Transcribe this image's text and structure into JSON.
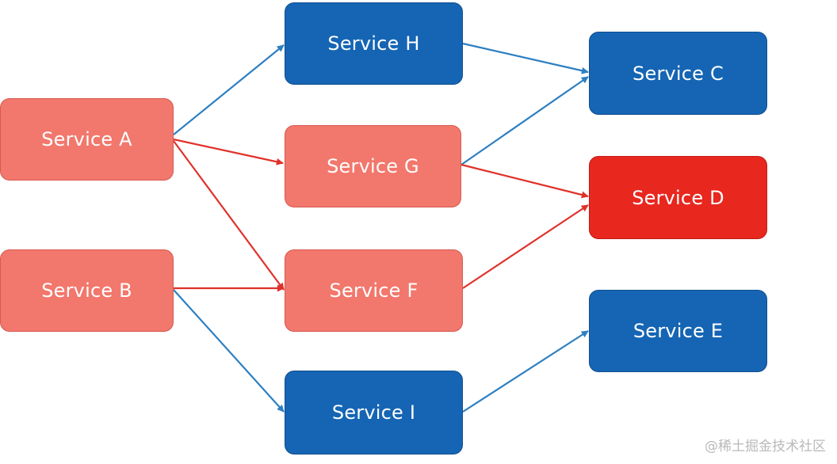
{
  "colors": {
    "blue": "#1565b4",
    "blue_border": "#124f8f",
    "salmon": "#f2776c",
    "salmon_border": "#d65a50",
    "red": "#e8271f",
    "red_border": "#c01b14",
    "edge_blue": "#2d7fc1",
    "edge_red": "#e0312a"
  },
  "nodes": {
    "A": {
      "label": "Service A",
      "style": "salmon"
    },
    "B": {
      "label": "Service B",
      "style": "salmon"
    },
    "H": {
      "label": "Service H",
      "style": "blue"
    },
    "G": {
      "label": "Service G",
      "style": "salmon"
    },
    "F": {
      "label": "Service F",
      "style": "salmon"
    },
    "I": {
      "label": "Service I",
      "style": "blue"
    },
    "C": {
      "label": "Service C",
      "style": "blue"
    },
    "D": {
      "label": "Service D",
      "style": "red"
    },
    "E": {
      "label": "Service E",
      "style": "blue"
    }
  },
  "edges": [
    {
      "from": "A",
      "to": "H",
      "color": "blue"
    },
    {
      "from": "A",
      "to": "G",
      "color": "red"
    },
    {
      "from": "A",
      "to": "F",
      "color": "red"
    },
    {
      "from": "B",
      "to": "F",
      "color": "red"
    },
    {
      "from": "B",
      "to": "I",
      "color": "blue"
    },
    {
      "from": "H",
      "to": "C",
      "color": "blue"
    },
    {
      "from": "G",
      "to": "C",
      "color": "blue"
    },
    {
      "from": "G",
      "to": "D",
      "color": "red"
    },
    {
      "from": "F",
      "to": "D",
      "color": "red"
    },
    {
      "from": "I",
      "to": "E",
      "color": "blue"
    }
  ],
  "watermark": "@稀土掘金技术社区"
}
